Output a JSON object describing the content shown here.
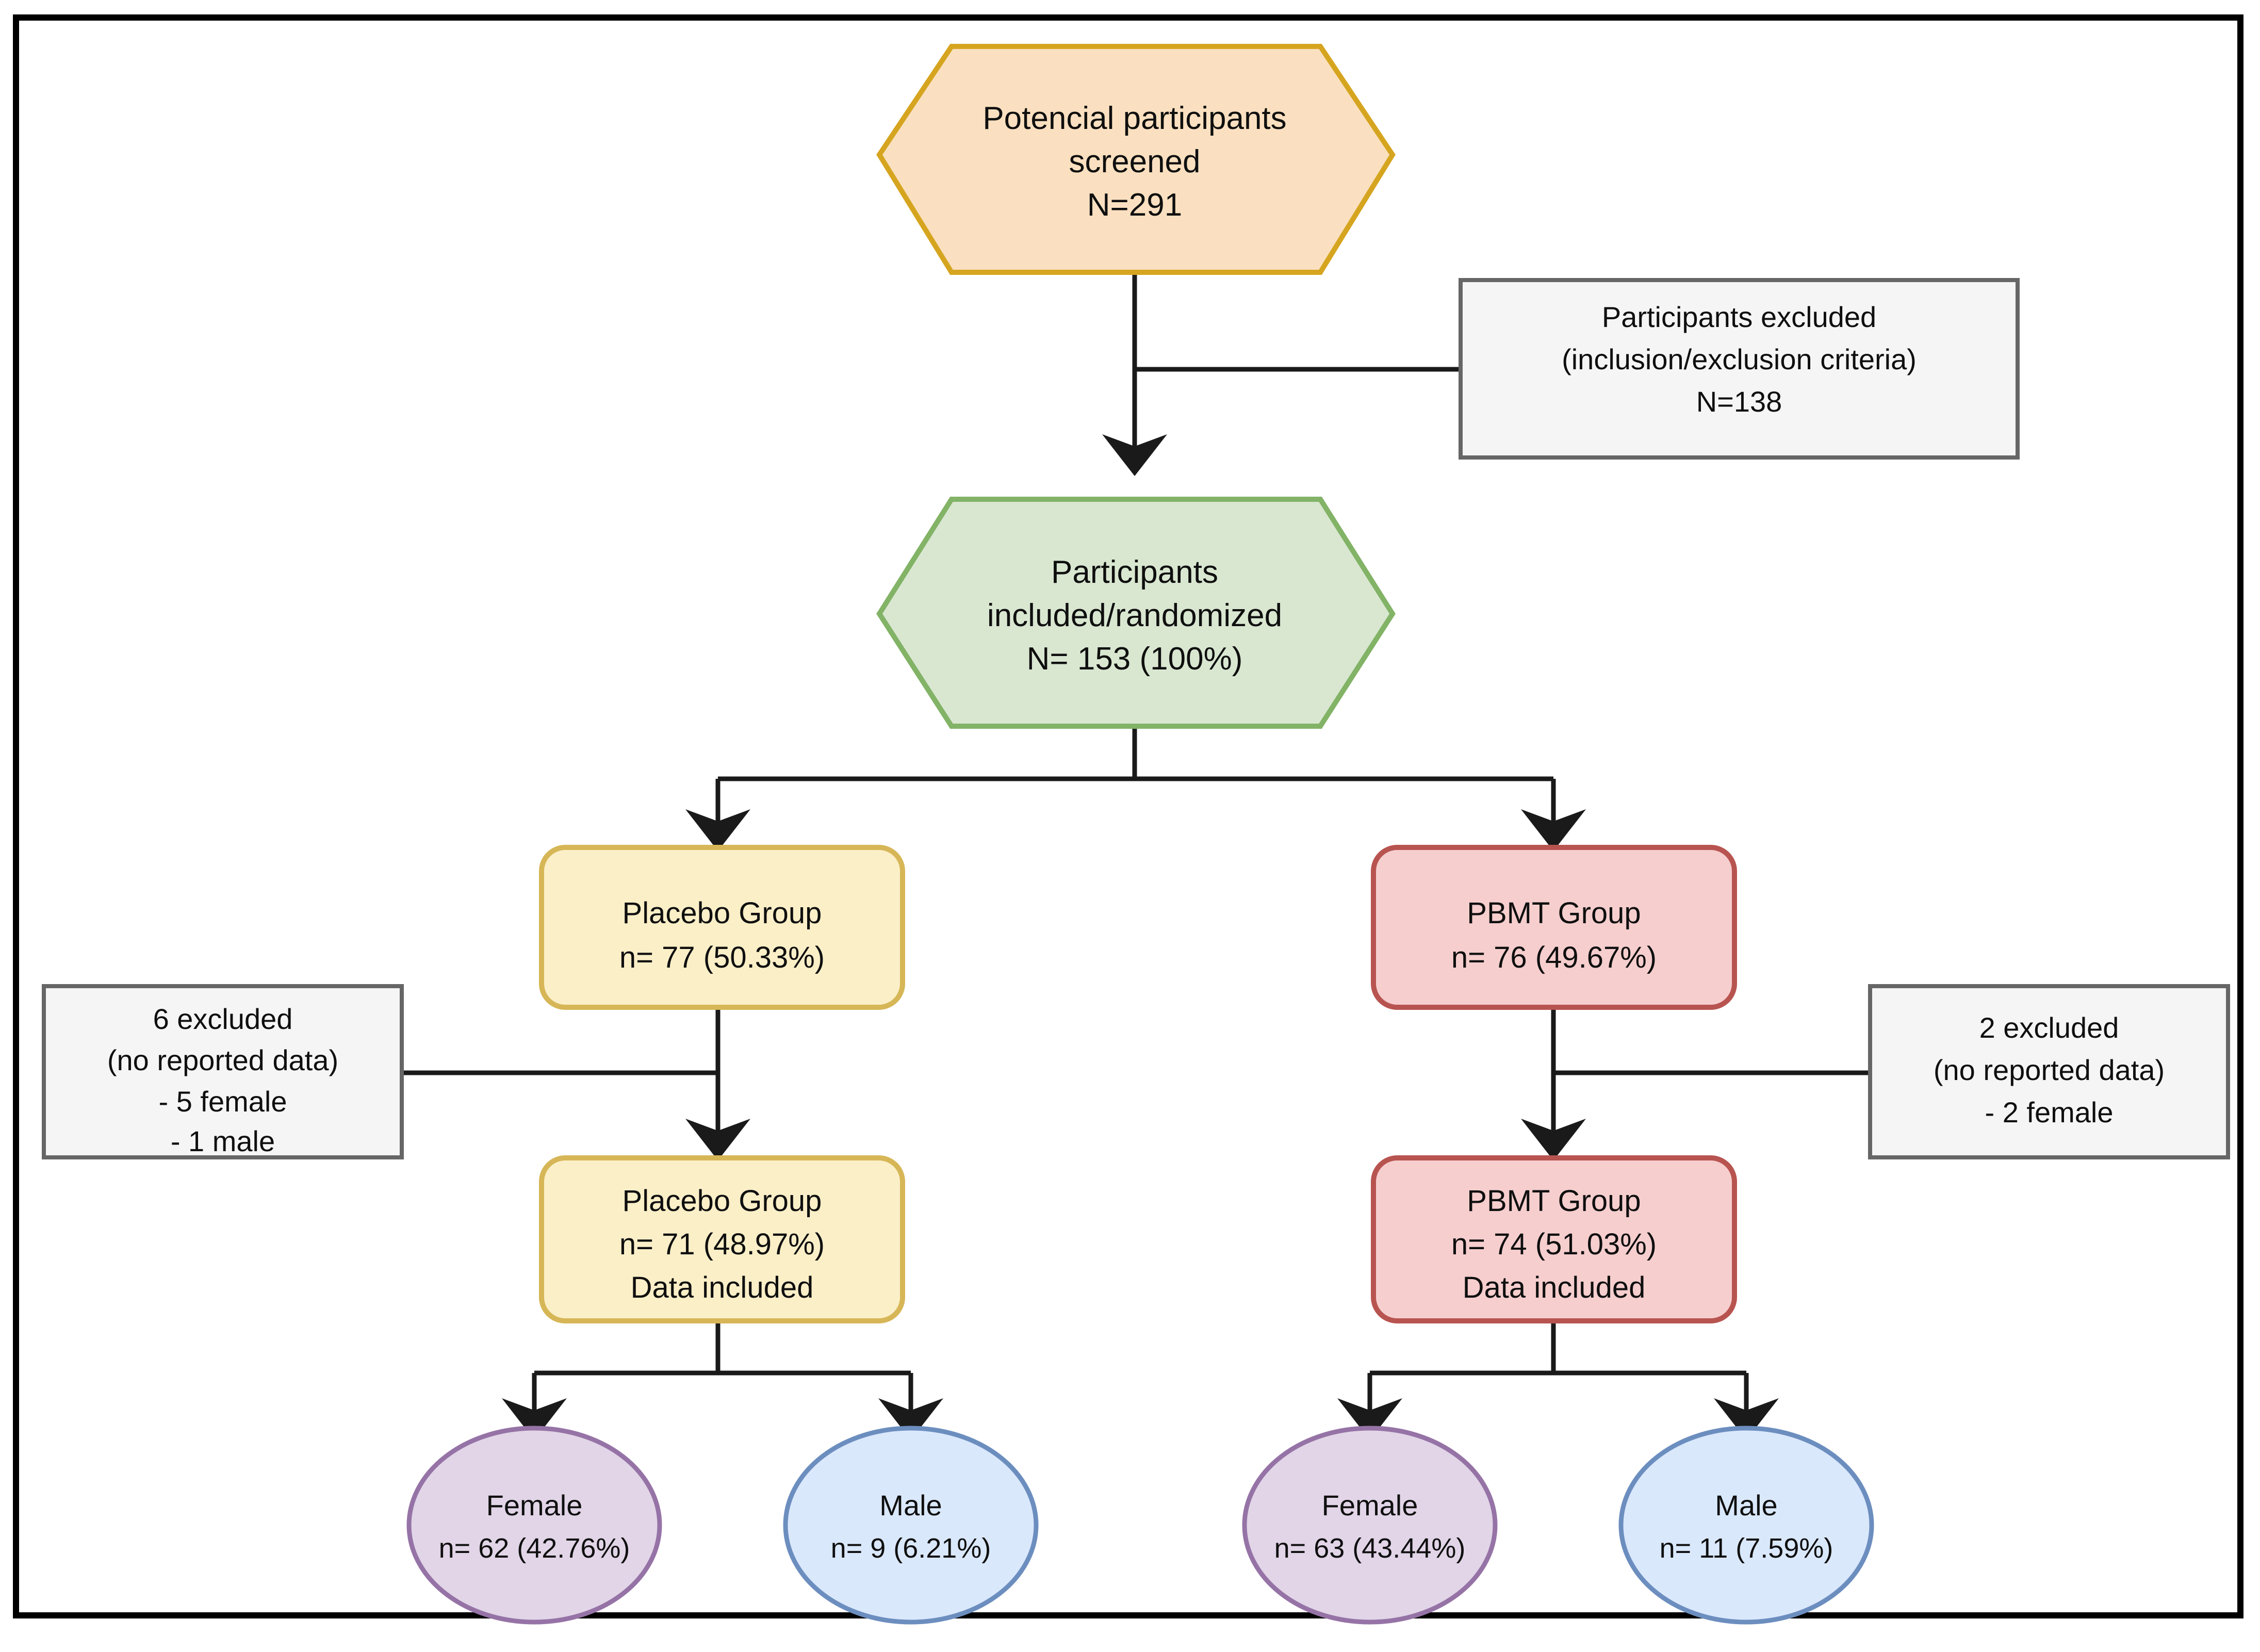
{
  "diagram": {
    "type": "flowchart",
    "title": "CONSORT-style participant flow diagram",
    "frame_border_color": "#000000",
    "background": "#ffffff",
    "nodes": [
      {
        "id": "screened",
        "shape": "hexagon",
        "fill": "#FAE0C0",
        "stroke": "#D6A520",
        "lines": [
          "Potencial participants",
          "screened",
          "N=291"
        ]
      },
      {
        "id": "excluded-criteria",
        "shape": "rectangle",
        "fill": "#F5F5F5",
        "stroke": "#666666",
        "lines": [
          "Participants excluded",
          "(inclusion/exclusion criteria)",
          "N=138"
        ]
      },
      {
        "id": "randomized",
        "shape": "hexagon",
        "fill": "#D9E7D1",
        "stroke": "#82B366",
        "lines": [
          "Participants",
          "included/randomized",
          "N= 153 (100%)"
        ]
      },
      {
        "id": "placebo-allocated",
        "shape": "rounded-rectangle",
        "fill": "#FBEFC8",
        "stroke": "#D6B656",
        "lines": [
          "Placebo Group",
          "n= 77 (50.33%)"
        ]
      },
      {
        "id": "pbmt-allocated",
        "shape": "rounded-rectangle",
        "fill": "#F6CECE",
        "stroke": "#B85450",
        "lines": [
          "PBMT Group",
          "n= 76 (49.67%)"
        ]
      },
      {
        "id": "placebo-excluded",
        "shape": "rectangle",
        "fill": "#F5F5F5",
        "stroke": "#666666",
        "lines": [
          "6 excluded",
          "(no reported data)",
          "- 5 female",
          "- 1 male"
        ]
      },
      {
        "id": "pbmt-excluded",
        "shape": "rectangle",
        "fill": "#F5F5F5",
        "stroke": "#666666",
        "lines": [
          "2 excluded",
          "(no reported data)",
          "- 2 female"
        ]
      },
      {
        "id": "placebo-analyzed",
        "shape": "rounded-rectangle",
        "fill": "#FBEFC8",
        "stroke": "#D6B656",
        "lines": [
          "Placebo Group",
          "n= 71 (48.97%)",
          "Data included"
        ]
      },
      {
        "id": "pbmt-analyzed",
        "shape": "rounded-rectangle",
        "fill": "#F6CECE",
        "stroke": "#B85450",
        "lines": [
          "PBMT Group",
          "n= 74 (51.03%)",
          "Data included"
        ]
      },
      {
        "id": "placebo-female",
        "shape": "ellipse",
        "fill": "#E1D5E7",
        "stroke": "#9673A6",
        "lines": [
          "Female",
          "n= 62 (42.76%)"
        ]
      },
      {
        "id": "placebo-male",
        "shape": "ellipse",
        "fill": "#DAE8FC",
        "stroke": "#6C8EBF",
        "lines": [
          "Male",
          "n= 9 (6.21%)"
        ]
      },
      {
        "id": "pbmt-female",
        "shape": "ellipse",
        "fill": "#E1D5E7",
        "stroke": "#9673A6",
        "lines": [
          "Female",
          "n= 63 (43.44%)"
        ]
      },
      {
        "id": "pbmt-male",
        "shape": "ellipse",
        "fill": "#DAE8FC",
        "stroke": "#6C8EBF",
        "lines": [
          "Male",
          "n= 11 (7.59%)"
        ]
      }
    ],
    "edges": [
      {
        "from": "screened",
        "to": "randomized",
        "arrow": true
      },
      {
        "from": "screened-to-randomized",
        "to": "excluded-criteria",
        "arrow": false
      },
      {
        "from": "randomized",
        "to": "placebo-allocated",
        "arrow": true
      },
      {
        "from": "randomized",
        "to": "pbmt-allocated",
        "arrow": true
      },
      {
        "from": "placebo-allocated",
        "to": "placebo-analyzed",
        "arrow": true
      },
      {
        "from": "placebo-allocated-to-analyzed",
        "to": "placebo-excluded",
        "arrow": false
      },
      {
        "from": "pbmt-allocated",
        "to": "pbmt-analyzed",
        "arrow": true
      },
      {
        "from": "pbmt-allocated-to-analyzed",
        "to": "pbmt-excluded",
        "arrow": false
      },
      {
        "from": "placebo-analyzed",
        "to": "placebo-female",
        "arrow": true
      },
      {
        "from": "placebo-analyzed",
        "to": "placebo-male",
        "arrow": true
      },
      {
        "from": "pbmt-analyzed",
        "to": "pbmt-female",
        "arrow": true
      },
      {
        "from": "pbmt-analyzed",
        "to": "pbmt-male",
        "arrow": true
      }
    ]
  },
  "nodes": {
    "screened": {
      "l1": "Potencial participants",
      "l2": "screened",
      "l3": "N=291"
    },
    "excluded_criteria": {
      "l1": "Participants excluded",
      "l2": "(inclusion/exclusion criteria)",
      "l3": "N=138"
    },
    "randomized": {
      "l1": "Participants",
      "l2": "included/randomized",
      "l3": "N= 153 (100%)"
    },
    "placebo_allocated": {
      "l1": "Placebo Group",
      "l2": "n= 77 (50.33%)"
    },
    "pbmt_allocated": {
      "l1": "PBMT Group",
      "l2": "n= 76 (49.67%)"
    },
    "placebo_excluded": {
      "l1": "6 excluded",
      "l2": "(no reported data)",
      "l3": "- 5 female",
      "l4": "- 1 male"
    },
    "pbmt_excluded": {
      "l1": "2 excluded",
      "l2": "(no reported data)",
      "l3": "- 2 female"
    },
    "placebo_analyzed": {
      "l1": "Placebo Group",
      "l2": "n= 71 (48.97%)",
      "l3": "Data included"
    },
    "pbmt_analyzed": {
      "l1": "PBMT Group",
      "l2": "n= 74 (51.03%)",
      "l3": "Data included"
    },
    "placebo_female": {
      "l1": "Female",
      "l2": "n= 62 (42.76%)"
    },
    "placebo_male": {
      "l1": "Male",
      "l2": "n= 9 (6.21%)"
    },
    "pbmt_female": {
      "l1": "Female",
      "l2": "n= 63 (43.44%)"
    },
    "pbmt_male": {
      "l1": "Male",
      "l2": "n= 11 (7.59%)"
    }
  }
}
